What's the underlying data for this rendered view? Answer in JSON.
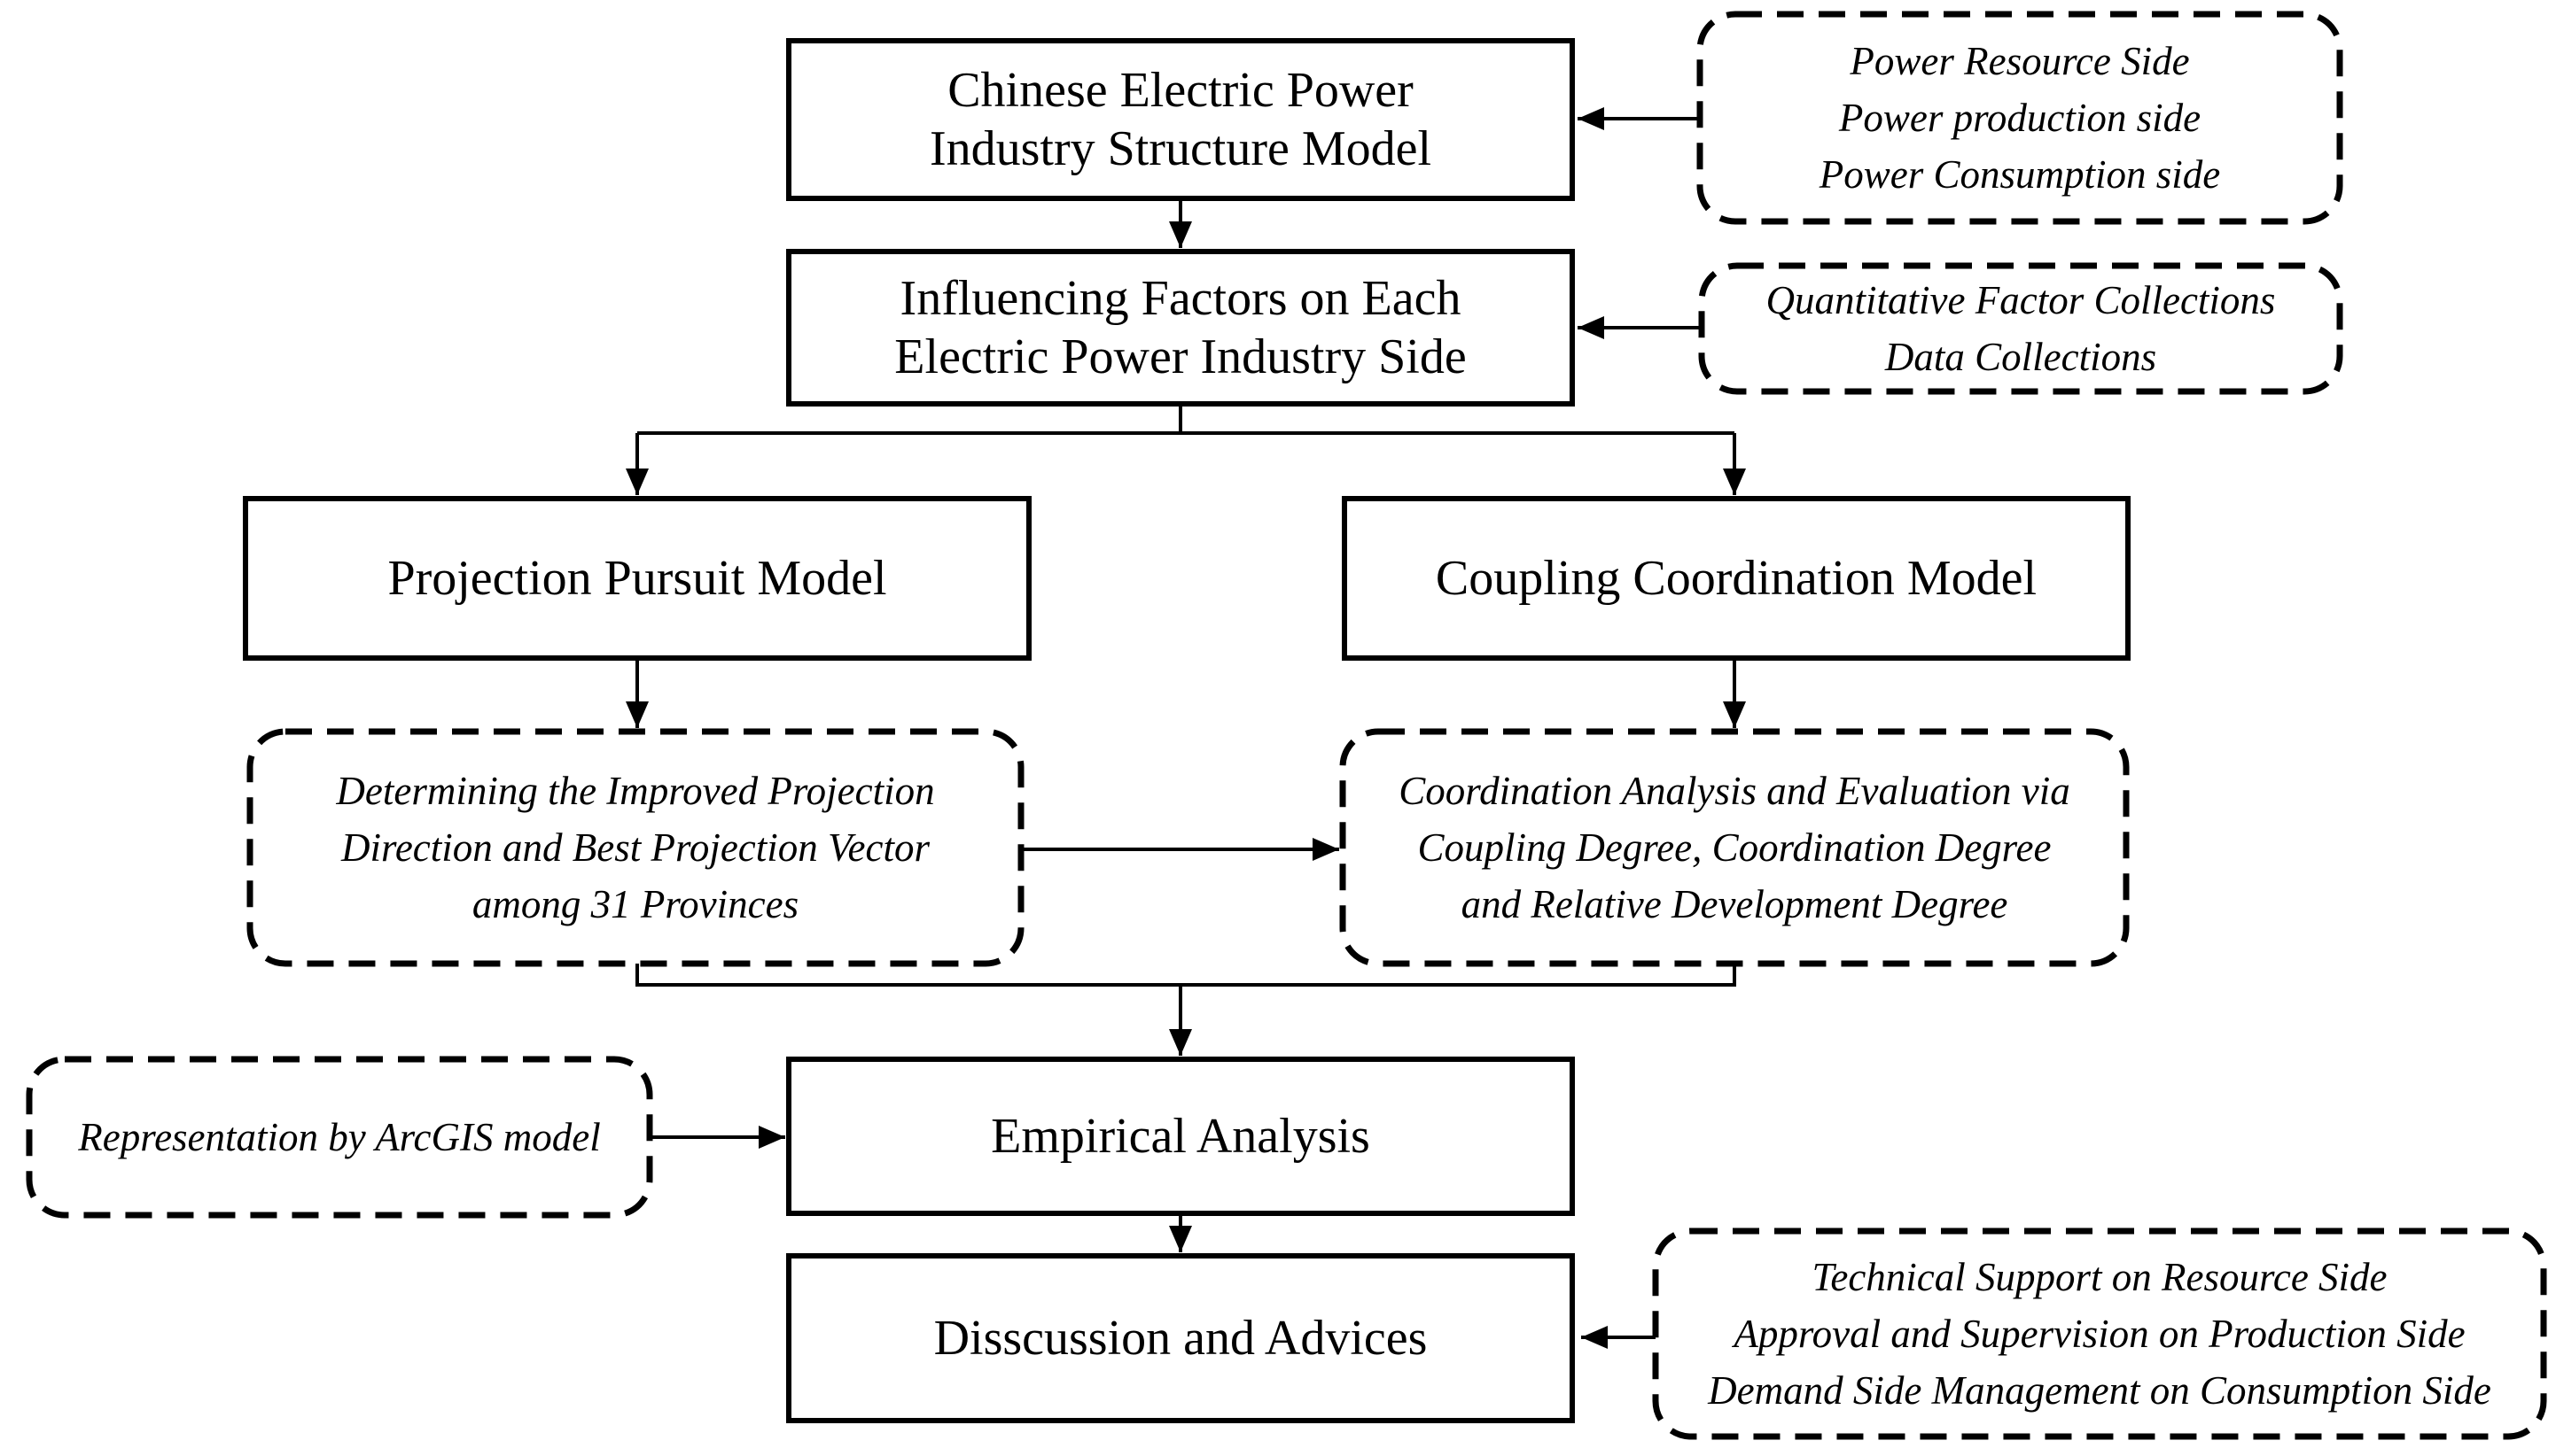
{
  "colors": {
    "ink": "#000000",
    "background": "#ffffff"
  },
  "nodes": {
    "structure_model": {
      "lines": [
        "Chinese Electric Power",
        "Industry Structure Model"
      ]
    },
    "power_sides": {
      "lines": [
        "Power Resource Side",
        "Power production side",
        "Power Consumption side"
      ]
    },
    "influencing_factors": {
      "lines": [
        "Influencing Factors on Each",
        "Electric Power Industry Side"
      ]
    },
    "collections": {
      "lines": [
        "Quantitative Factor Collections",
        "Data Collections"
      ]
    },
    "projection_pursuit": {
      "lines": [
        "Projection Pursuit Model"
      ]
    },
    "coupling_coordination": {
      "lines": [
        "Coupling Coordination Model"
      ]
    },
    "projection_outcome": {
      "lines": [
        "Determining the Improved Projection",
        "Direction and Best Projection Vector",
        "among 31 Provinces"
      ]
    },
    "coordination_outcome": {
      "lines": [
        "Coordination Analysis and Evaluation via",
        "Coupling Degree, Coordination Degree",
        "and Relative Development Degree"
      ]
    },
    "arcgis": {
      "lines": [
        "Representation by ArcGIS model"
      ]
    },
    "empirical_analysis": {
      "lines": [
        "Empirical Analysis"
      ]
    },
    "discussion_advices": {
      "lines": [
        "Disscussion and Advices"
      ]
    },
    "side_measures": {
      "lines": [
        "Technical Support on Resource Side",
        "Approval and Supervision on Production Side",
        "Demand Side Management on Consumption Side"
      ]
    }
  }
}
